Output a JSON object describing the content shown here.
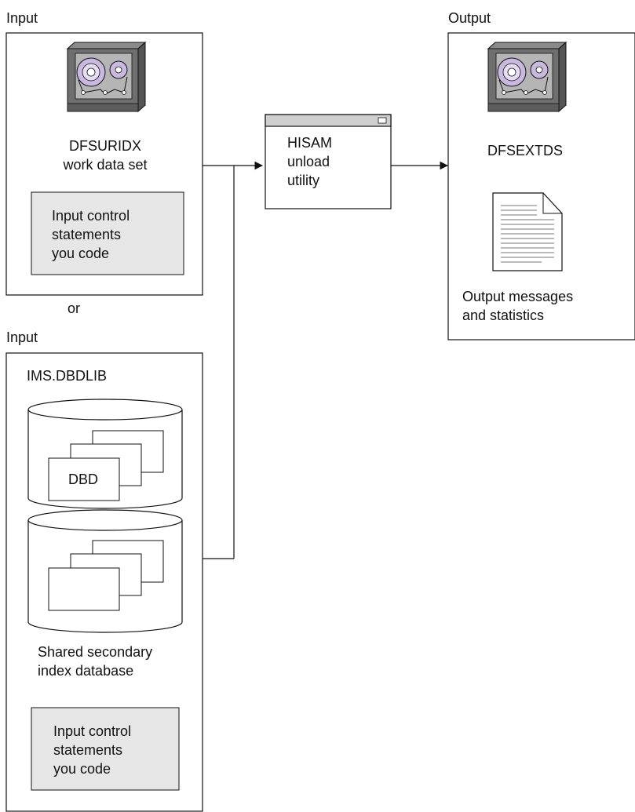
{
  "input_panel_1": {
    "heading": "Input",
    "tape_label_line1": "DFSURIDX",
    "tape_label_line2": "work data set",
    "control_lines": [
      "Input control",
      "statements",
      "you code"
    ]
  },
  "or_label": "or",
  "input_panel_2": {
    "heading": "Input",
    "library": "IMS.DBDLIB",
    "dbd_label": "DBD",
    "db_label_line1": "Shared secondary",
    "db_label_line2": "index database",
    "control_lines": [
      "Input control",
      "statements",
      "you code"
    ]
  },
  "utility": {
    "lines": [
      "HISAM",
      "unload",
      "utility"
    ]
  },
  "output_panel": {
    "heading": "Output",
    "tape_label": "DFSEXTDS",
    "doc_label_line1": "Output messages",
    "doc_label_line2": "and statistics"
  },
  "colors": {
    "line": "#111111",
    "panel_fill": "#ffffff",
    "control_fill": "#e6e6e6",
    "tape_dark": "#6f6f6f",
    "tape_light": "#b5b5b5",
    "reel": "#c9b9e0",
    "utility_title_bar": "#cfcfcf"
  }
}
